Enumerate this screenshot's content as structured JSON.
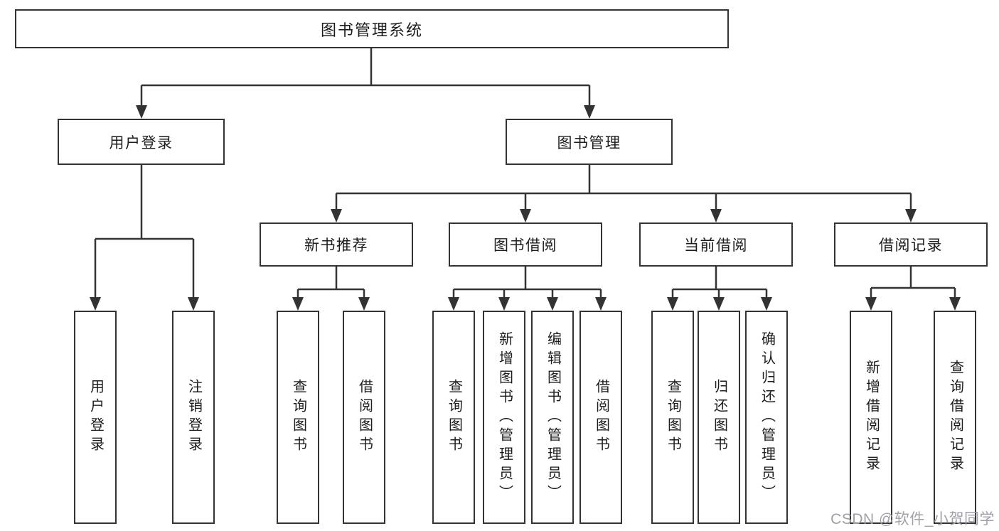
{
  "tree": {
    "root": "图书管理系统",
    "branches": [
      {
        "label": "用户登录",
        "leaves": [
          "用户登录",
          "注销登录"
        ]
      },
      {
        "label": "图书管理",
        "groups": [
          {
            "label": "新书推荐",
            "leaves": [
              "查询图书",
              "借阅图书"
            ]
          },
          {
            "label": "图书借阅",
            "leaves": [
              "查询图书",
              "新增图书（管理员）",
              "编辑图书（管理员）",
              "借阅图书"
            ]
          },
          {
            "label": "当前借阅",
            "leaves": [
              "查询图书",
              "归还图书",
              "确认归还（管理员）"
            ]
          },
          {
            "label": "借阅记录",
            "leaves": [
              "新增借阅记录",
              "查询借阅记录"
            ]
          }
        ]
      }
    ]
  },
  "watermark": {
    "text": "CSDN @软件_小贺同学"
  },
  "colors": {
    "line": "#333333",
    "node_border": "#333333",
    "node_fill": "#ffffff",
    "text": "#1d1d1f",
    "watermark": "#a0a0aa",
    "background": "#ffffff"
  }
}
